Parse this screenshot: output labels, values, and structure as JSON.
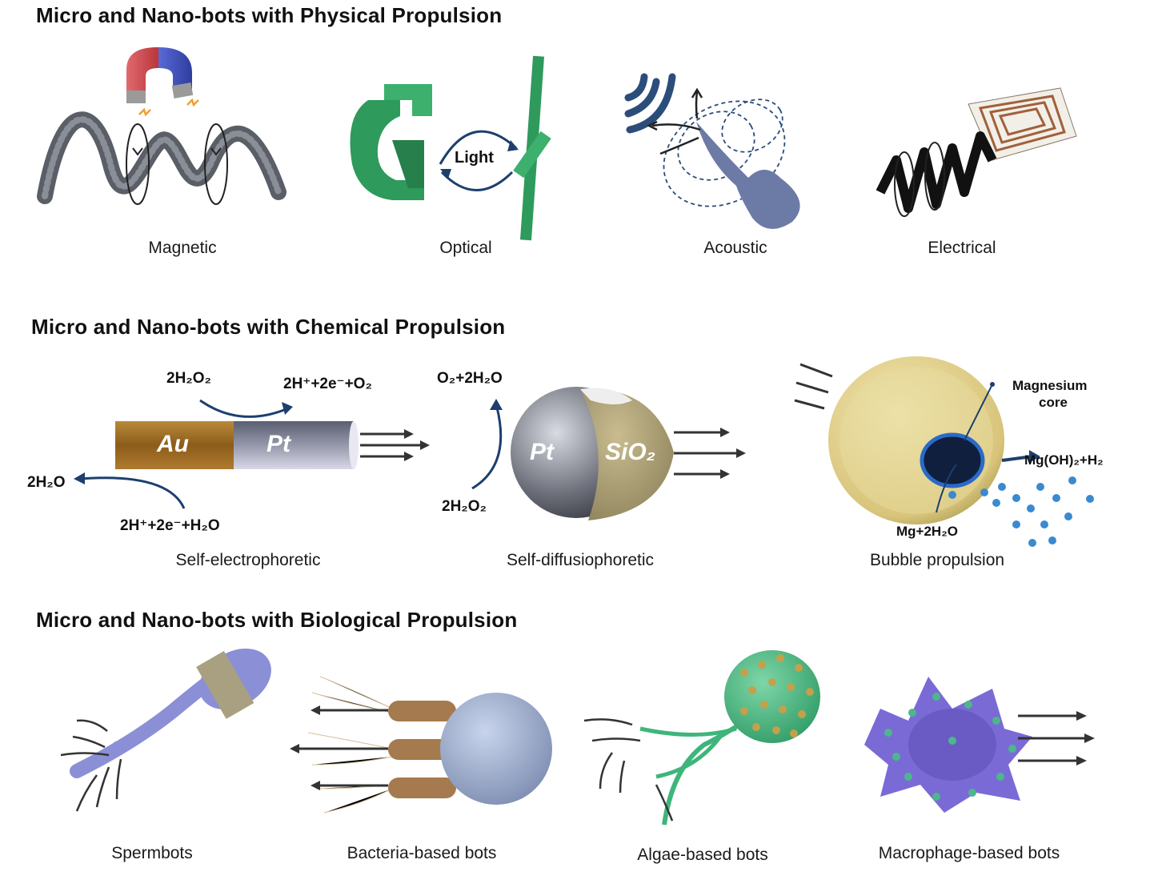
{
  "sections": {
    "physical": {
      "title": "Micro and Nano-bots with Physical Propulsion",
      "captions": [
        "Magnetic",
        "Optical",
        "Acoustic",
        "Electrical"
      ],
      "light_label": "Light"
    },
    "chemical": {
      "title": "Micro and Nano-bots with Chemical Propulsion",
      "captions": [
        "Self-electrophoretic",
        "Self-diffusiophoretic",
        "Bubble propulsion"
      ],
      "rod": {
        "au_label": "Au",
        "pt_label": "Pt",
        "top_reactant": "2H₂O₂",
        "top_product": "2H⁺+2e⁻+O₂",
        "bottom_reactant": "2H⁺+2e⁻+H₂O",
        "bottom_product": "2H₂O"
      },
      "janus": {
        "pt_label": "Pt",
        "sio2_label": "SiO₂",
        "product": "O₂+2H₂O",
        "reactant": "2H₂O₂"
      },
      "bubble": {
        "core_label_1": "Magnesium",
        "core_label_2": "core",
        "product": "Mg(OH)₂+H₂",
        "reactant": "Mg+2H₂O"
      }
    },
    "biological": {
      "title": "Micro and Nano-bots with Biological Propulsion",
      "captions": [
        "Spermbots",
        "Bacteria-based bots",
        "Algae-based bots",
        "Macrophage-based bots"
      ]
    }
  },
  "colors": {
    "magnet_red": "#d0464a",
    "magnet_blue": "#3a4fb8",
    "optical_green": "#2e9a5c",
    "acoustic_blue": "#2b4d7a",
    "arrow_navy": "#1d3f6e",
    "gold": "#9c6a1e",
    "platinum": "#7d8091",
    "silica": "#b4a879",
    "shell_yellow": "#e0d08c",
    "sperm_purple": "#8a8fd6",
    "bacteria_brown": "#a47a4e",
    "algae_green": "#3fb57a",
    "macrophage_purple": "#7a6ad6"
  },
  "icons": [
    "magnet-icon",
    "helix-icon",
    "light-icon",
    "acoustic-wave-icon",
    "electrode-icon",
    "arrow-icon",
    "bubble-icon"
  ]
}
